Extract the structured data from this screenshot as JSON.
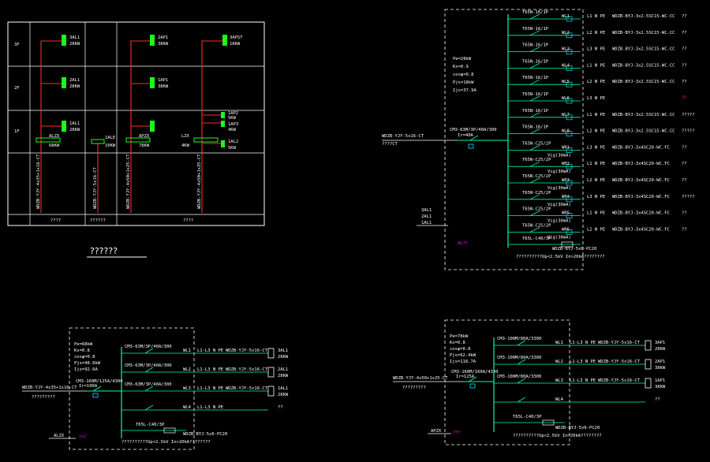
{
  "riser": {
    "floors": [
      "3F",
      "2F",
      "1F"
    ],
    "bottom_labels": [
      "????",
      "??????",
      "????"
    ],
    "title": "??????",
    "boxes": [
      {
        "name": "3AL1",
        "power": "28KW"
      },
      {
        "name": "2AL1",
        "power": "28KW"
      },
      {
        "name": "1AL1",
        "power": "28KW"
      },
      {
        "name": "2AP1",
        "power": "38KW"
      },
      {
        "name": "1AP1",
        "power": "38KW"
      },
      {
        "name": "3APST",
        "power": "18KW"
      },
      {
        "name": "1AP2",
        "power": "5KW"
      },
      {
        "name": "1AP3",
        "power": "4KW"
      },
      {
        "name": "1AL2",
        "power": "5KW"
      }
    ],
    "main_boxes": [
      {
        "name": "ALZX",
        "power": "68KW"
      },
      {
        "name": "1ALE",
        "power": "10KW"
      },
      {
        "name": "APZX",
        "power": "78KW"
      },
      {
        "name": "LZX",
        "power": "4KW"
      }
    ],
    "cables": [
      "WDZB-YJY-4x35+1x16-CT",
      "WDZB-YJY-5x16-CT",
      "WDZB-YJY-4x50+1x25-CT",
      "WDZB-YJY-4x50+1x25-CT"
    ]
  },
  "panel_top": {
    "params": [
      "Pe=28kW",
      "Kx=0.9",
      "cosφ=0.8",
      "Pjs=18kW",
      "Ijs=37.9A"
    ],
    "main_breaker": [
      "CM3-63M/3P/40A/300",
      "Ir=40A"
    ],
    "incoming": [
      "WDZB-YJY-5x16-CT",
      "????CT"
    ],
    "ids": [
      "3AL1",
      "2AL1",
      "1AL1"
    ],
    "box_label": "AL??",
    "circuits": [
      {
        "breaker": "T65N-16/1P",
        "id": "WL1",
        "phase": "L1 N PE",
        "cable": "WDZB-BYJ-3x2.5SC15-WC.CC",
        "use": "??"
      },
      {
        "breaker": "T65N-16/1P",
        "id": "WL2",
        "phase": "L2 N PE",
        "cable": "WDZB-BYJ-3x2.5SC15-WC.CC",
        "use": "??"
      },
      {
        "breaker": "T65N-16/1P",
        "id": "WL3",
        "phase": "L3 N PE",
        "cable": "WDZB-BYJ-3x2.5SC15-WC.CC",
        "use": "??"
      },
      {
        "breaker": "T65N-16/1P",
        "id": "WL4",
        "phase": "L1 N PE",
        "cable": "WDZB-BYJ-3x2.5SC15-WC.CC",
        "use": "??"
      },
      {
        "breaker": "T65N-16/1P",
        "id": "WL5",
        "phase": "L2 N PE",
        "cable": "WDZB-BYJ-3x2.5SC15-WC.CC",
        "use": "??"
      },
      {
        "breaker": "T65N-16/1P",
        "id": "WL6",
        "phase": "L3 N PE",
        "cable": "",
        "use": "??",
        "red": true
      },
      {
        "breaker": "T65N-16/1P",
        "id": "WL7",
        "phase": "L1 N PE",
        "cable": "WDZB-BYJ-3x2.5SC15-WC.CC",
        "use": "?????"
      },
      {
        "breaker": "T65N-16/1P",
        "id": "WL8",
        "phase": "L2 N PE",
        "cable": "WDZB-BYJ-3x2.5SC15-WC.CC",
        "use": "?????"
      },
      {
        "breaker": "T65N-C25/2P",
        "id": "WP1",
        "phase": "L3 N PE",
        "cable": "WDZB-BYJ-3x4SC20-WC.FC",
        "use": "??"
      },
      {
        "breaker": "T65N-C25/2P",
        "id": "WP2",
        "phase": "L1 N PE",
        "cable": "WDZB-BYJ-3x4SC20-WC.FC",
        "use": "??"
      },
      {
        "breaker": "T65N-C25/2P",
        "id": "WP3",
        "phase": "L2 N PE",
        "cable": "WDZB-BYJ-3x4SC20-WC.FC",
        "use": "??"
      },
      {
        "breaker": "T65N-C25/2P",
        "id": "WP4",
        "phase": "L3 N PE",
        "cable": "WDZB-BYJ-3x4SC20-WC.FC",
        "use": "?????"
      },
      {
        "breaker": "T65N-C25/2P",
        "id": "WP5",
        "phase": "L1 N PE",
        "cable": "WDZB-BYJ-3x4SC20-WC.FC",
        "use": "??"
      },
      {
        "breaker": "T65N-C25/2P",
        "id": "WP6",
        "phase": "L2 N PE",
        "cable": "WDZB-BYJ-3x4SC20-WC.FC",
        "use": "??"
      }
    ],
    "rcd": "Vig(30mA)",
    "spd": [
      "T65L-C40/3P",
      "WDZB-BYJ-5x6-PC20"
    ],
    "note": "??????????Up<2.5kV In>20kA????????"
  },
  "panel_bl": {
    "params": [
      "Pe=68kW",
      "Kx=0.8",
      "cosφ=0.8",
      "Pjs=48.8kW",
      "Ijs=92.6A"
    ],
    "main_breaker": [
      "CM3-160M/125A/4300",
      "Ir=100A"
    ],
    "incoming": [
      "WDZB-YJY-4x35+1x16-CT",
      "?????????"
    ],
    "box_id": "ALZX",
    "box_label": "???",
    "circuits": [
      {
        "breaker": "CM3-63M/3P/40A/300",
        "id": "WL1",
        "phase": "L1-L3 N PE",
        "cable": "WDZB-YJY-5x16-CT",
        "box": "3AL1",
        "power": "28KW"
      },
      {
        "breaker": "CM3-63M/3P/40A/300",
        "id": "WL2",
        "phase": "L1-L3 N PE",
        "cable": "WDZB-YJY-5x16-CT",
        "box": "2AL1",
        "power": "28KW"
      },
      {
        "breaker": "CM3-63M/3P/40A/300",
        "id": "WL3",
        "phase": "L1-L3 N PE",
        "cable": "WDZB-YJY-5x16-CT",
        "box": "1AL1",
        "power": "28KW"
      },
      {
        "breaker": "",
        "id": "WL4",
        "phase": "L1-L3 N PE",
        "cable": "",
        "box": "??",
        "power": ""
      }
    ],
    "spd": [
      "T65L-C40/3P",
      "WDZB-BYJ-5x6-PC20"
    ],
    "note": "??????????Up<2.5kV In>20kA????????"
  },
  "panel_br": {
    "params": [
      "Pe=78kW",
      "Kx=0.8",
      "cosφ=0.8",
      "Pjs=62.4kW",
      "Ijs=118.7A"
    ],
    "main_breaker": [
      "CM3-160M/160A/4300",
      "Ir=125A"
    ],
    "incoming": [
      "WDZB-YJY-4x50+1x25-CT",
      "?????????"
    ],
    "box_id": "APZX",
    "box_label": "???",
    "circuits": [
      {
        "breaker": "CM3-100M/80A/3300",
        "id": "WL1",
        "phase": "L1-L3 N PE",
        "cable": "WDZB-YJY-5x16-CT",
        "box": "3AP1",
        "power": "28KW"
      },
      {
        "breaker": "CM3-100M/80A/3300",
        "id": "WL2",
        "phase": "L1-L3 N PE",
        "cable": "WDZB-YJY-5x16-CT",
        "box": "2AP1",
        "power": "38KW"
      },
      {
        "breaker": "CM3-100M/80A/3300",
        "id": "WL3",
        "phase": "L1-L3 N PE",
        "cable": "WDZB-YJY-5x16-CT",
        "box": "1AP1",
        "power": "38KW"
      },
      {
        "breaker": "",
        "id": "WL4",
        "phase": "",
        "cable": "",
        "box": "??",
        "power": ""
      }
    ],
    "spd": [
      "T65L-C40/3P",
      "WDZB-BYJ-5x6-PC20"
    ],
    "note": "??????????Up<2.5kV In>20kA????????"
  },
  "colors": {
    "background": "#000000",
    "line": "#ffffff",
    "bus": "#00ffa0",
    "feeder": "#ff2a2a",
    "box": "#1aff1a",
    "magenta": "#ff00ff",
    "cyan": "#00e5ff"
  }
}
